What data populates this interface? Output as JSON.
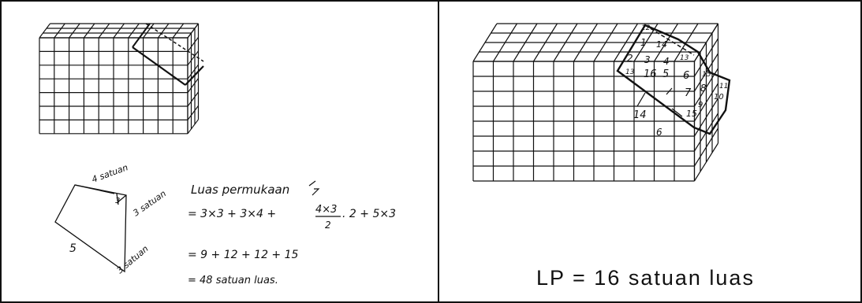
{
  "left_panel": {
    "prism_labels": {
      "top": "4 satuan",
      "right_upper": "3 satuan",
      "inner": "3",
      "left": "5",
      "right_lower": "3 satuan"
    },
    "work_title": "Luas permukaan",
    "work_lines": [
      "= 3×3 + 3×4 + ",
      "= 9 + 12 + 12 + 15",
      "= 48 satuan luas."
    ],
    "fraction_numerator": "4×3",
    "fraction_denominator": "2",
    "fraction_tail": " . 2 + 5×3"
  },
  "right_panel": {
    "cell_numbers": [
      "12",
      "1",
      "14",
      "2",
      "3",
      "4",
      "13",
      "13",
      "16",
      "5",
      "6",
      "15",
      "7",
      "8",
      "9",
      "10",
      "11",
      "15",
      "14",
      "6"
    ],
    "answer": "LP = 16 satuan luas"
  }
}
